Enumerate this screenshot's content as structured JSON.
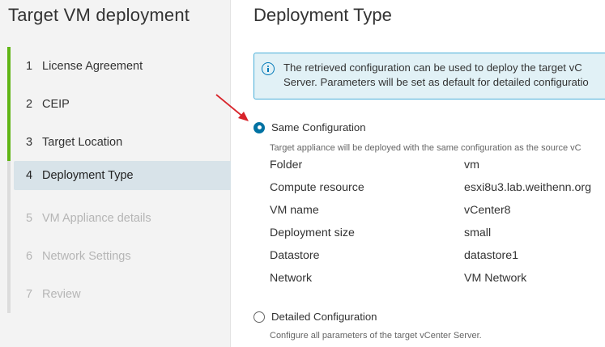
{
  "wizard": {
    "title": "Target VM deployment",
    "steps": [
      {
        "num": "1",
        "label": "License Agreement",
        "state": "done"
      },
      {
        "num": "2",
        "label": "CEIP",
        "state": "done"
      },
      {
        "num": "3",
        "label": "Target Location",
        "state": "done"
      },
      {
        "num": "4",
        "label": "Deployment Type",
        "state": "active"
      },
      {
        "num": "5",
        "label": "VM Appliance details",
        "state": "disabled"
      },
      {
        "num": "6",
        "label": "Network Settings",
        "state": "disabled"
      },
      {
        "num": "7",
        "label": "Review",
        "state": "disabled"
      }
    ]
  },
  "page": {
    "title": "Deployment Type",
    "info": {
      "line1": "The retrieved configuration can be used to deploy the target vC",
      "line2": "Server. Parameters will be set as default for detailed configuratio"
    },
    "same_config": {
      "label": "Same Configuration",
      "help": "Target appliance will be deployed with the same configuration as the source vC",
      "checked": true,
      "details": [
        {
          "key": "Folder",
          "value": "vm"
        },
        {
          "key": "Compute resource",
          "value": "esxi8u3.lab.weithenn.org"
        },
        {
          "key": "VM name",
          "value": "vCenter8"
        },
        {
          "key": "Deployment size",
          "value": "small"
        },
        {
          "key": "Datastore",
          "value": "datastore1"
        },
        {
          "key": "Network",
          "value": "VM Network"
        }
      ]
    },
    "detailed_config": {
      "label": "Detailed Configuration",
      "help": "Configure all parameters of the target vCenter Server.",
      "checked": false
    }
  },
  "colors": {
    "done_bar": "#60b515",
    "active_bg": "#d8e3e9",
    "radio_checked": "#0072a3",
    "info_border": "#49afd9",
    "info_bg": "#e1f1f6",
    "arrow": "#d8232a"
  },
  "icons": {
    "info": "info-circle-icon",
    "annotation": "red-arrow-icon"
  }
}
